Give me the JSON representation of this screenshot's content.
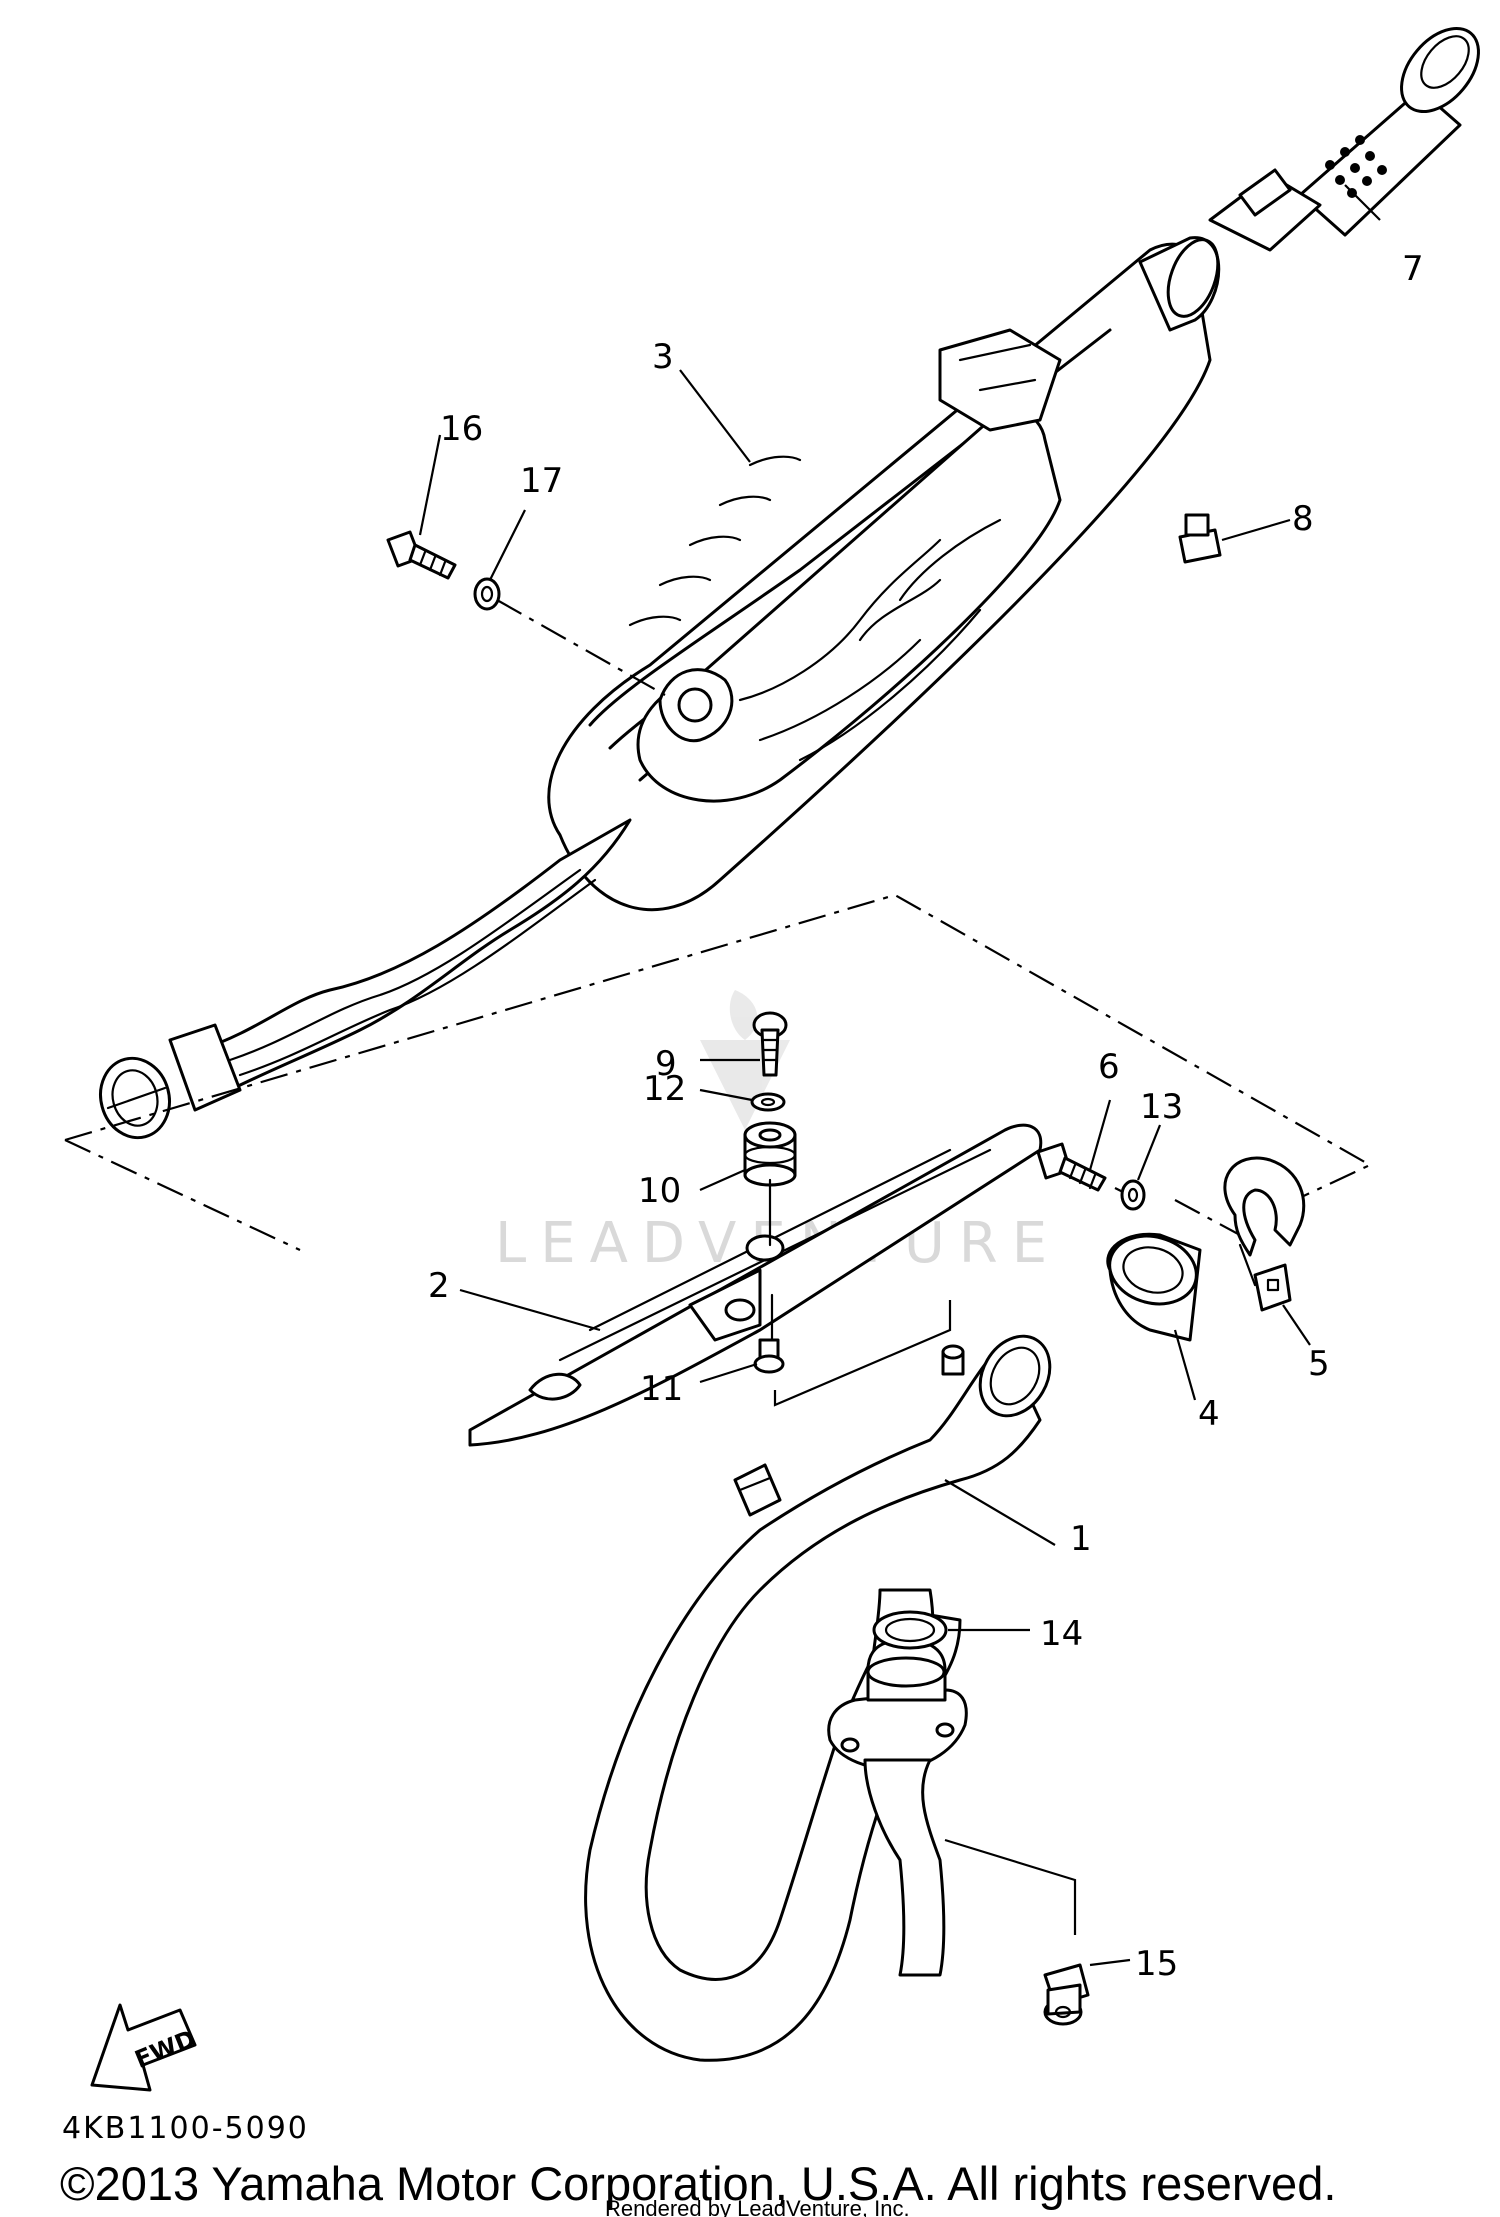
{
  "diagram": {
    "callouts": [
      {
        "id": "1",
        "label": "1"
      },
      {
        "id": "2",
        "label": "2"
      },
      {
        "id": "3",
        "label": "3"
      },
      {
        "id": "4",
        "label": "4"
      },
      {
        "id": "5",
        "label": "5"
      },
      {
        "id": "6",
        "label": "6"
      },
      {
        "id": "7",
        "label": "7"
      },
      {
        "id": "8",
        "label": "8"
      },
      {
        "id": "9",
        "label": "9"
      },
      {
        "id": "10",
        "label": "10"
      },
      {
        "id": "11",
        "label": "11"
      },
      {
        "id": "12",
        "label": "12"
      },
      {
        "id": "13",
        "label": "13"
      },
      {
        "id": "14",
        "label": "14"
      },
      {
        "id": "15",
        "label": "15"
      },
      {
        "id": "16",
        "label": "16"
      },
      {
        "id": "17",
        "label": "17"
      }
    ],
    "direction_label": "FWD",
    "part_code": "4KB1100-5090",
    "watermark": "LEADVENTURE"
  },
  "footer": {
    "copyright": "©2013 Yamaha Motor Corporation, U.S.A. All rights reserved.",
    "rendered_by": "Rendered by LeadVenture, Inc."
  },
  "icons": {
    "direction_arrow": "fwd-arrow-icon"
  }
}
